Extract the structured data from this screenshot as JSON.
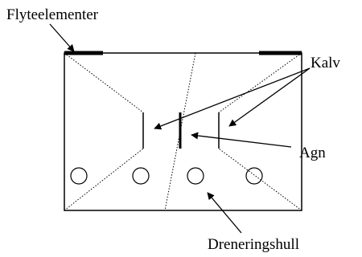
{
  "diagram": {
    "labels": {
      "float_elements": "Flyteelementer",
      "calf": "Kalv",
      "bait": "Agn",
      "drain_holes": "Dreneringshull"
    },
    "colors": {
      "line": "#000000",
      "background": "#ffffff"
    }
  }
}
